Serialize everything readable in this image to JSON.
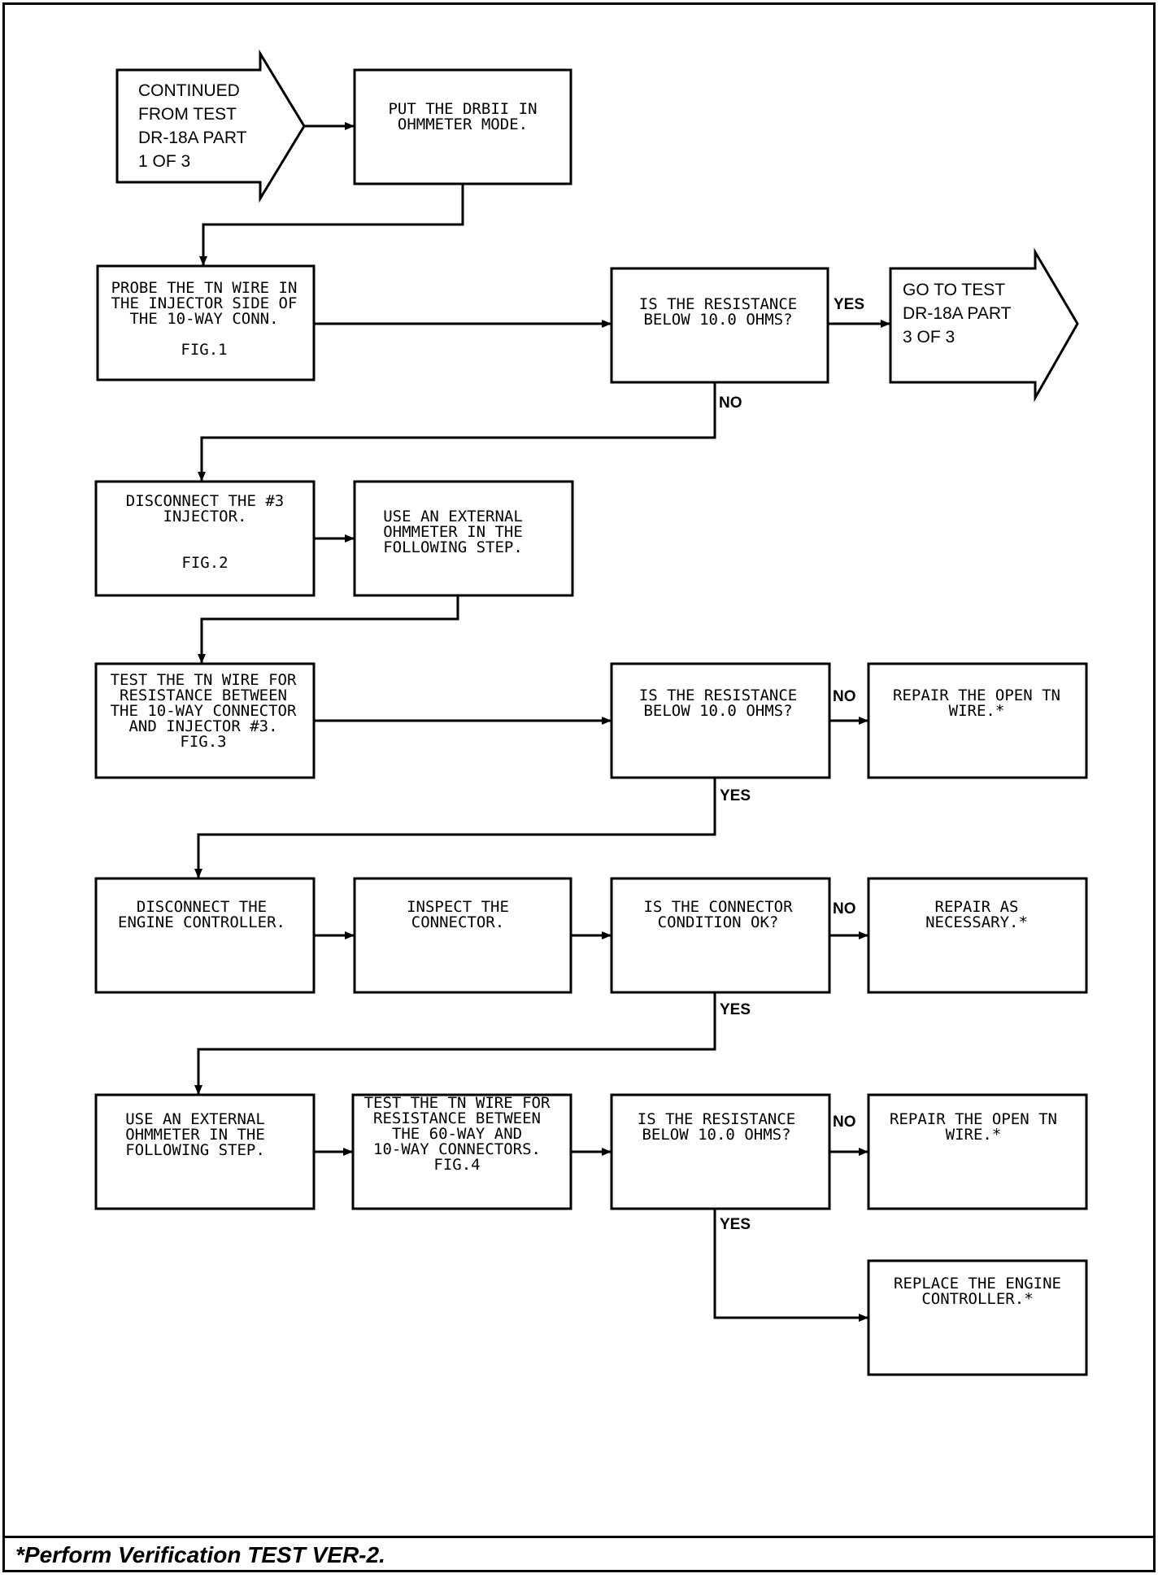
{
  "nodes": {
    "start": [
      "CONTINUED",
      "FROM TEST",
      "DR-18A PART",
      "1 OF 3"
    ],
    "drbii": [
      "PUT THE DRBII IN",
      "OHMMETER MODE."
    ],
    "probe": [
      "PROBE THE TN WIRE IN",
      "THE INJECTOR SIDE OF",
      "THE 10-WAY CONN.",
      "",
      "FIG.1"
    ],
    "decision1": [
      "IS THE RESISTANCE",
      "BELOW 10.0 OHMS?"
    ],
    "goto3": [
      "GO TO TEST",
      "DR-18A PART",
      "3 OF 3"
    ],
    "disconnect_inj": [
      "DISCONNECT THE #3",
      "INJECTOR.",
      "",
      "",
      "FIG.2"
    ],
    "ext_ohm1": [
      "USE AN EXTERNAL",
      "OHMMETER IN THE",
      "FOLLOWING STEP."
    ],
    "test_tn1": [
      "TEST THE TN WIRE FOR",
      "RESISTANCE BETWEEN",
      "THE 10-WAY CONNECTOR",
      "AND INJECTOR #3.",
      "FIG.3"
    ],
    "decision2": [
      "IS THE RESISTANCE",
      "BELOW 10.0 OHMS?"
    ],
    "repair_open1": [
      "REPAIR THE OPEN TN",
      "WIRE.*"
    ],
    "disconnect_ctrl": [
      "DISCONNECT THE",
      "ENGINE CONTROLLER."
    ],
    "inspect": [
      "INSPECT THE",
      "CONNECTOR."
    ],
    "decision3": [
      "IS THE CONNECTOR",
      "CONDITION OK?"
    ],
    "repair_nec": [
      "REPAIR AS",
      "NECESSARY.*"
    ],
    "ext_ohm2": [
      "USE AN EXTERNAL",
      "OHMMETER IN THE",
      "FOLLOWING STEP."
    ],
    "test_tn2": [
      "TEST THE TN WIRE FOR",
      "RESISTANCE BETWEEN",
      "THE 60-WAY AND",
      "10-WAY CONNECTORS.",
      "FIG.4"
    ],
    "decision4": [
      "IS THE RESISTANCE",
      "BELOW 10.0 OHMS?"
    ],
    "repair_open2": [
      "REPAIR THE OPEN TN",
      "WIRE.*"
    ],
    "replace": [
      "REPLACE THE ENGINE",
      "CONTROLLER.*"
    ]
  },
  "edge_labels": {
    "d1_yes": "YES",
    "d1_no": "NO",
    "d2_no": "NO",
    "d2_yes": "YES",
    "d3_no": "NO",
    "d3_yes": "YES",
    "d4_no": "NO",
    "d4_yes": "YES"
  },
  "footer": "*Perform Verification TEST VER-2."
}
